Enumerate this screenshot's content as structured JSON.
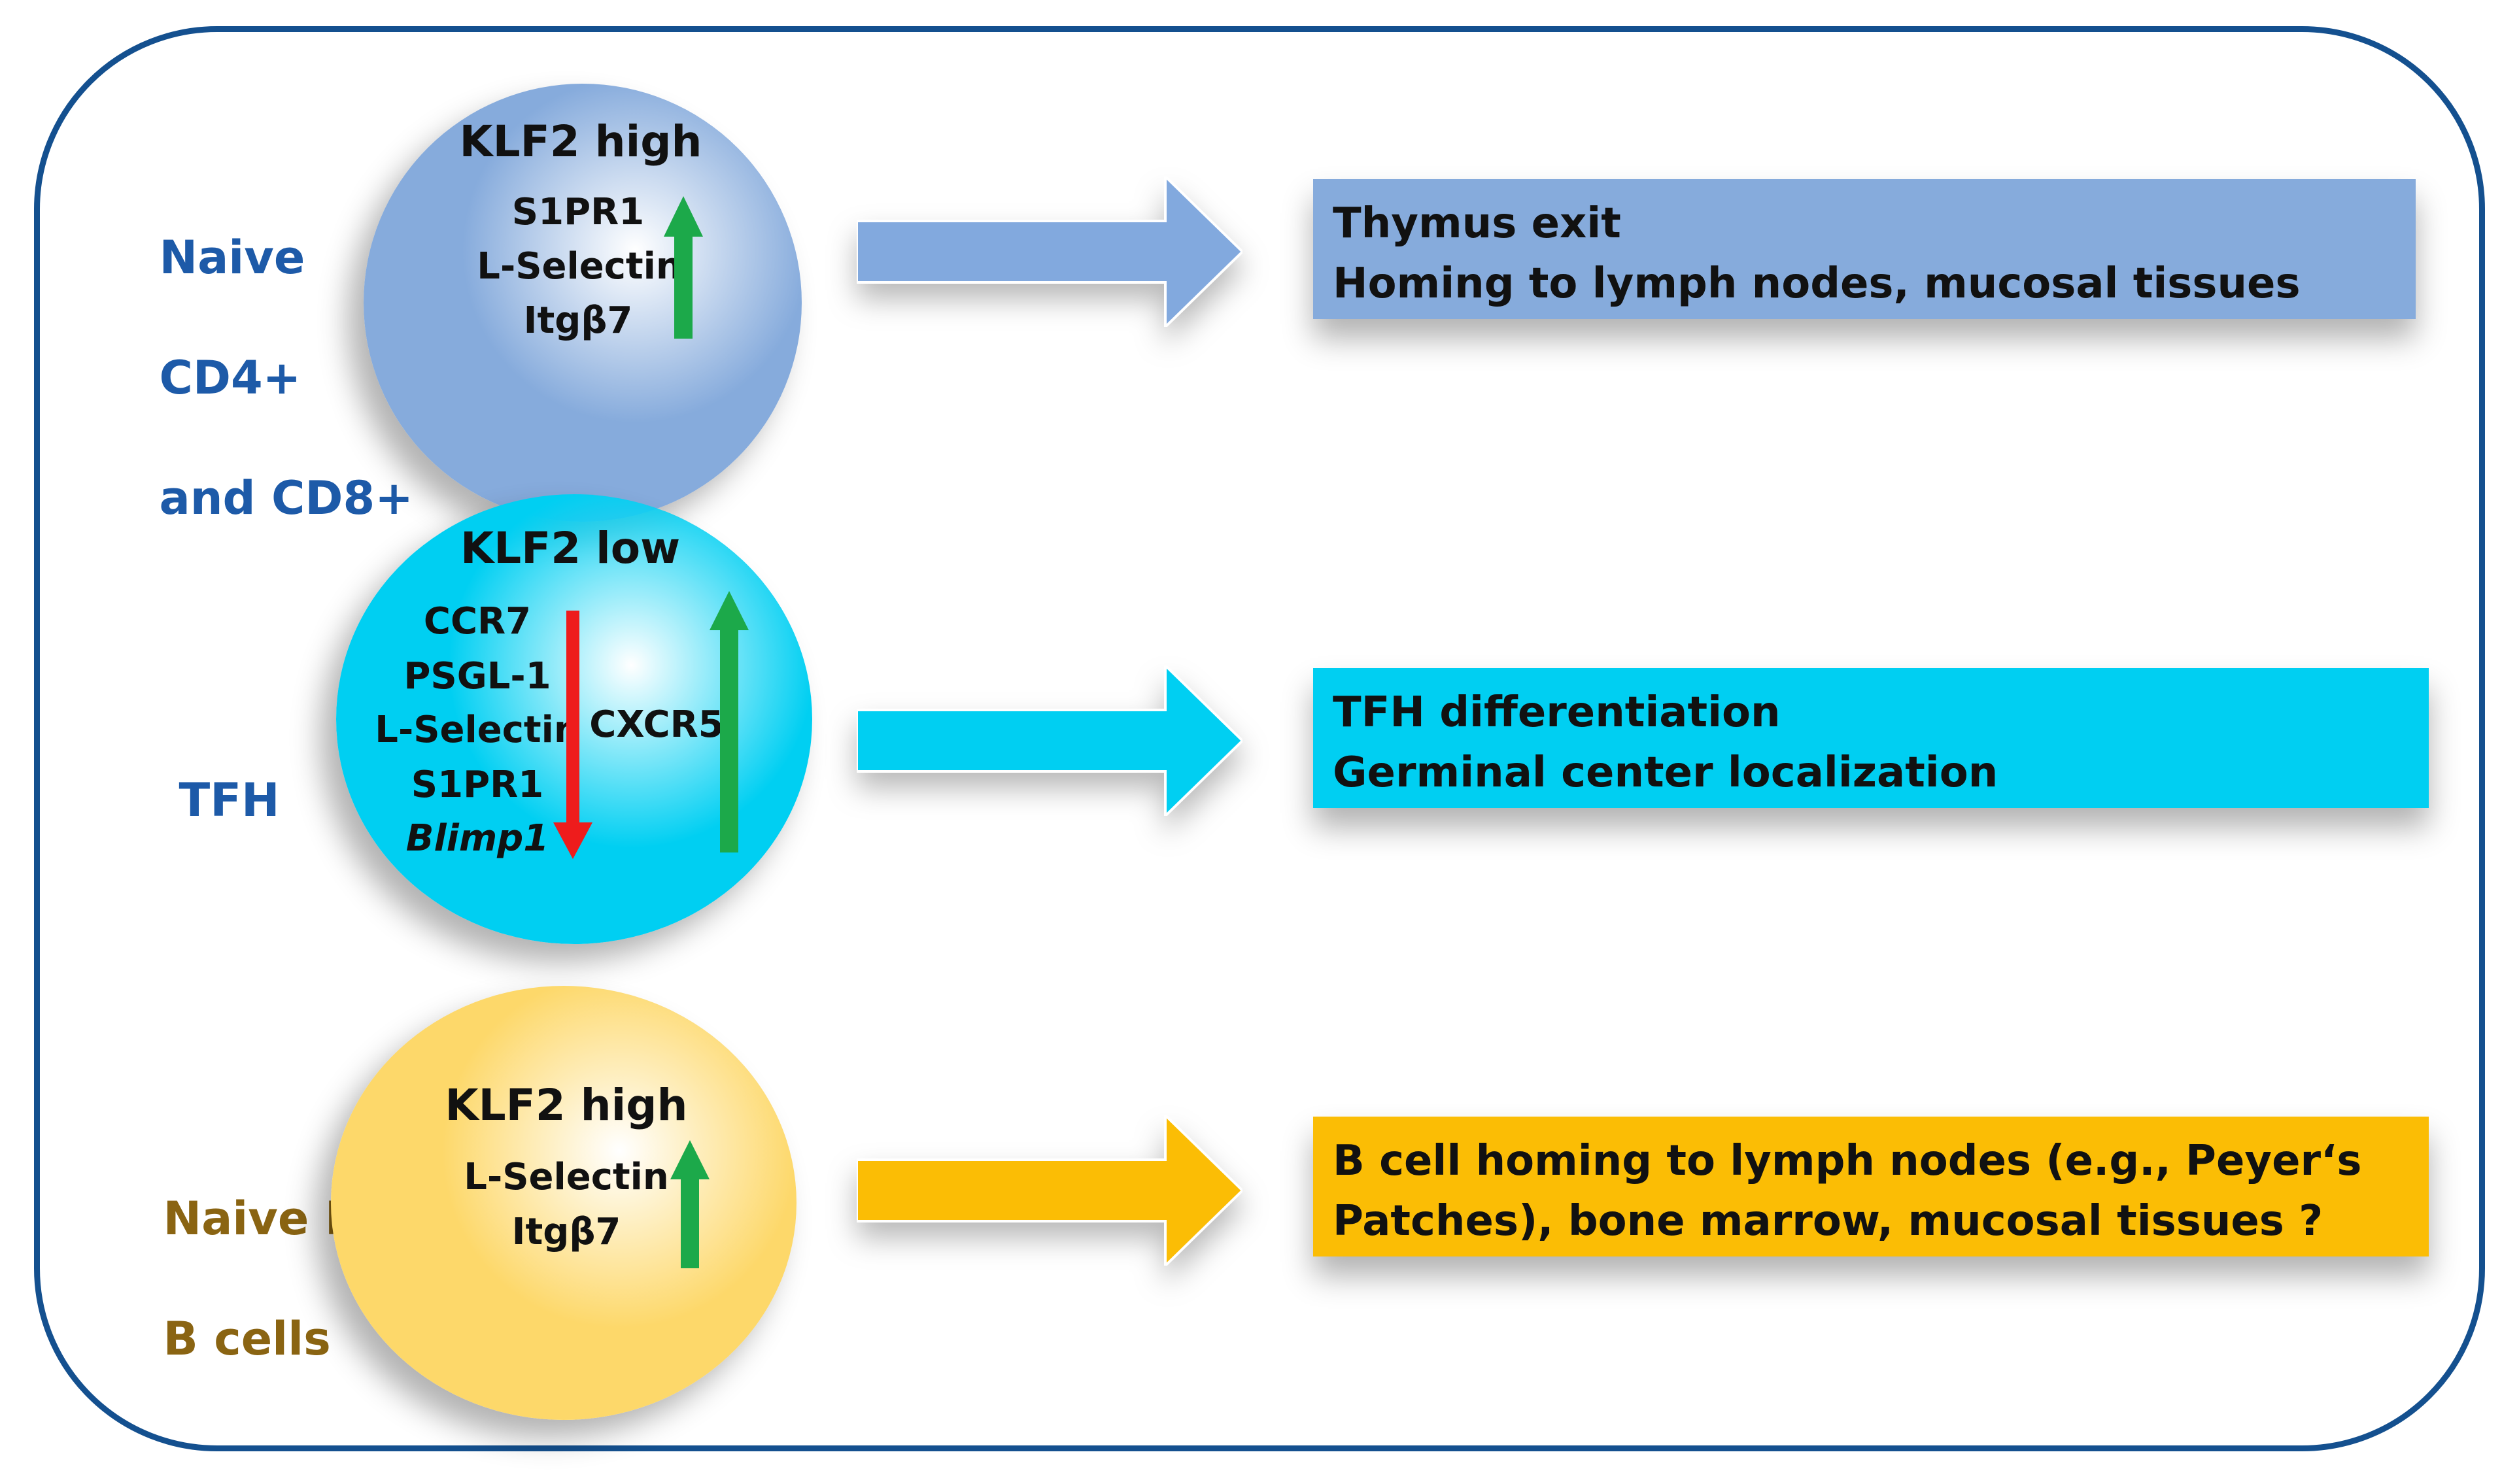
{
  "rows": [
    {
      "label_lines": [
        "Naive",
        "CD4+",
        "and CD8+"
      ],
      "label_color": "#1d5aa8",
      "circle_color": "#86abdc",
      "circle_title": "KLF2 high",
      "up_genes": [
        "S1PR1",
        "L-Selectin",
        "Itgβ7"
      ],
      "box_lines": [
        "Thymus exit",
        "Homing to lymph nodes, mucosal tissues"
      ],
      "arrow_color": "#82a9de",
      "box_color": "#86abdc"
    },
    {
      "label_lines": [
        "TFH"
      ],
      "label_color": "#1d5aa8",
      "circle_color": "#00cff2",
      "circle_title": "KLF2 low",
      "down_genes": [
        "CCR7",
        "PSGL-1",
        "L-Selectin",
        "S1PR1",
        "Blimp1"
      ],
      "up_genes": [
        "CXCR5"
      ],
      "box_lines": [
        "TFH differentiation",
        "Germinal center localization"
      ],
      "arrow_color": "#00cff2",
      "box_color": "#00cff2"
    },
    {
      "label_lines": [
        "Naive FO",
        "B cells"
      ],
      "label_color": "#8a6412",
      "circle_color": "#fdd86a",
      "circle_title": "KLF2 high",
      "up_genes": [
        "L-Selectin",
        "Itgβ7"
      ],
      "box_lines": [
        "B cell homing to lymph nodes (e.g.,  Peyer‘s",
        "Patches), bone marrow, mucosal tissues ?"
      ],
      "arrow_color": "#fbbd05",
      "box_color": "#fbbd05"
    }
  ],
  "colors": {
    "frame": "#14508f",
    "up_arrow": "#1ca94a",
    "down_arrow": "#ee1c1c"
  }
}
